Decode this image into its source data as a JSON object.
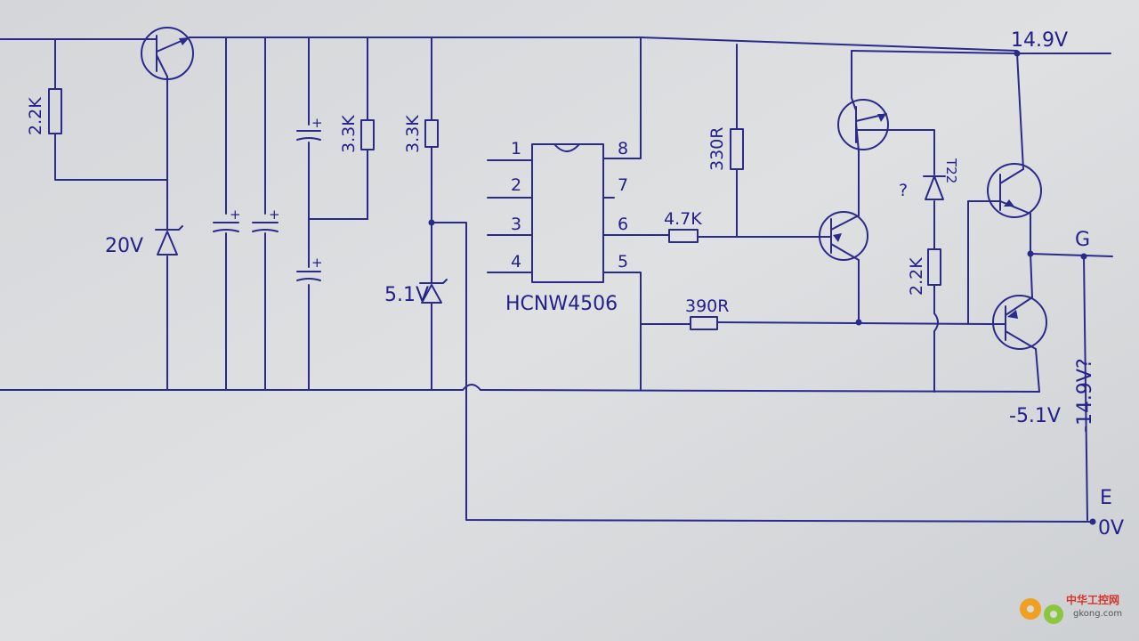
{
  "labels": {
    "r_base": "2.2K",
    "zener_20v": "20V",
    "r_3k3_a": "3.3K",
    "r_3k3_b": "3.3K",
    "zener_5v1": "5.1V",
    "ic_part": "HCNW4506",
    "pin1": "1",
    "pin2": "2",
    "pin3": "3",
    "pin4": "4",
    "pin5": "5",
    "pin6": "6",
    "pin7": "7",
    "pin8": "8",
    "r_4k7": "4.7K",
    "r_330": "330R",
    "r_390": "390R",
    "r_2k2_right": "2.2K",
    "diode_mark": "?",
    "diode_part": "T22",
    "rail_top": "14.9V",
    "rail_neg": "-5.1V",
    "rail_neg_alt": "-14.9V?",
    "out_g": "G",
    "out_e": "E",
    "out_0v": "0V",
    "watermark_cn": "中华工控网",
    "watermark_url": "gkong.com"
  },
  "colors": {
    "ink": "#2a2a8c",
    "paper": "#d9dadc",
    "watermark_red": "#d8332a",
    "watermark_gear1": "#f0a020",
    "watermark_gear2": "#8cc63e"
  }
}
